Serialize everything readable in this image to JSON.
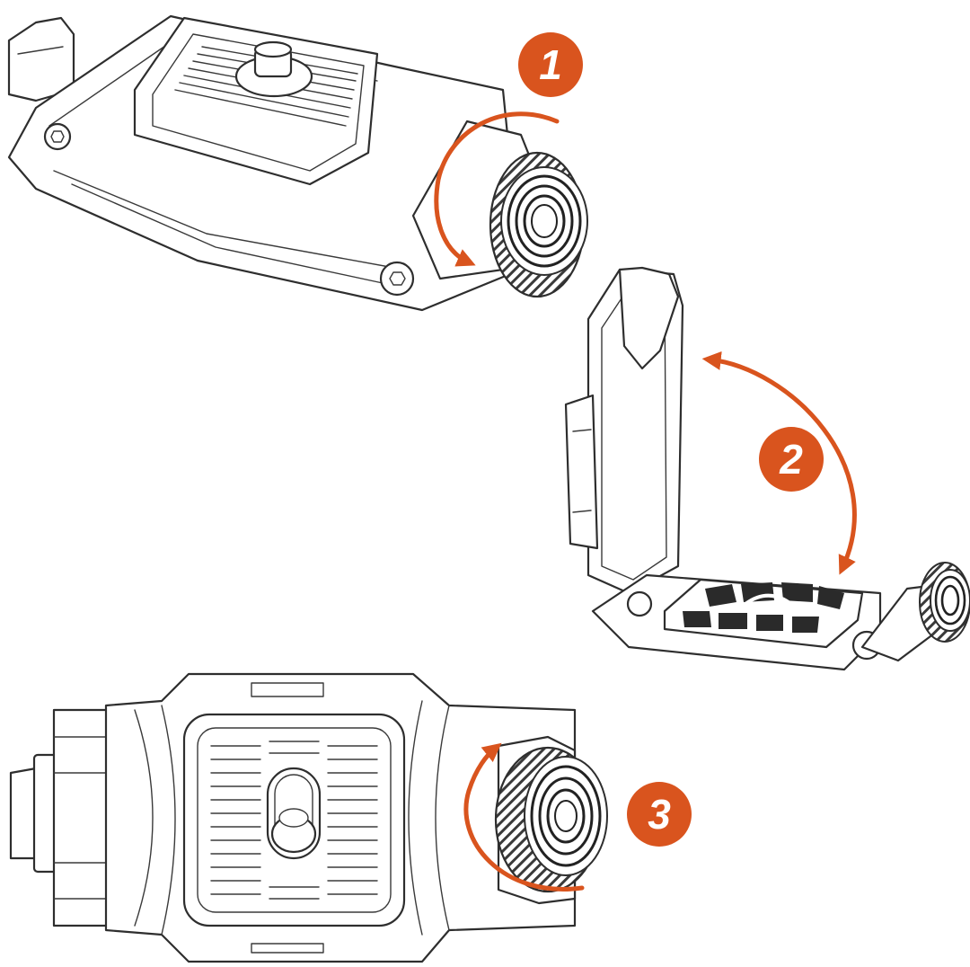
{
  "colors": {
    "accent": "#d9541e",
    "line": "#2e2e2e",
    "background": "#ffffff"
  },
  "steps": [
    {
      "label": "1",
      "icon": "rotate-clockwise-arrow-icon"
    },
    {
      "label": "2",
      "icon": "swing-arc-arrow-icon"
    },
    {
      "label": "3",
      "icon": "rotate-counterclockwise-arrow-icon"
    }
  ]
}
